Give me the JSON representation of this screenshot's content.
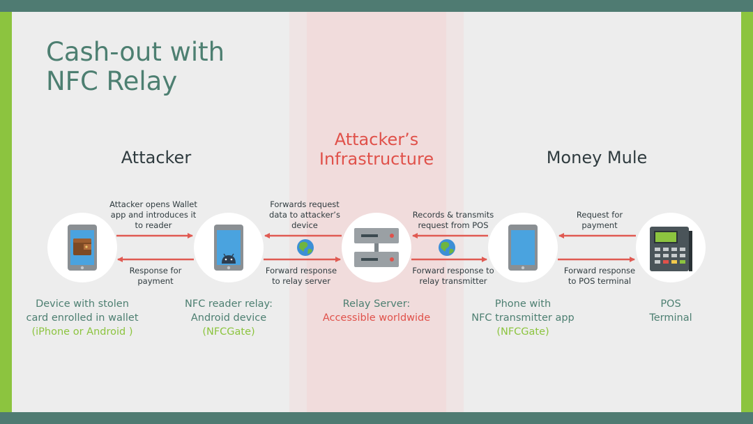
{
  "title": {
    "line1": "Cash-out with",
    "line2": "NFC Relay"
  },
  "sections": {
    "attacker": "Attacker",
    "infrastructure_line1": "Attacker’s",
    "infrastructure_line2": "Infrastructure",
    "mule": "Money Mule"
  },
  "arrow_labels": {
    "a1_top": [
      "Attacker opens Wallet",
      "app and introduces it",
      "to reader"
    ],
    "a1_bottom": [
      "Response for",
      "payment"
    ],
    "a2_top": [
      "Forwards request",
      "data to attacker’s",
      "device"
    ],
    "a2_bottom": [
      "Forward response",
      "to relay server"
    ],
    "a3_top": [
      "Records & transmits",
      "request from POS"
    ],
    "a3_bottom": [
      "Forward response to",
      "relay transmitter"
    ],
    "a4_top": [
      "Request for",
      "payment"
    ],
    "a4_bottom": [
      "Forward response",
      "to POS terminal"
    ]
  },
  "captions": {
    "device": {
      "line1": "Device with stolen",
      "line2": "card enrolled in wallet",
      "line3": "(iPhone or Android )"
    },
    "reader": {
      "line1": "NFC reader relay:",
      "line2": "Android device",
      "line3": "(NFCGate)"
    },
    "server": {
      "line1": "Relay Server:",
      "line2": "Accessible worldwide"
    },
    "phone": {
      "line1": "Phone with",
      "line2": "NFC transmitter app",
      "line3": "(NFCGate)"
    },
    "pos": {
      "line1": "POS",
      "line2": "Terminal"
    }
  },
  "icons": [
    "wallet-phone-icon",
    "android-tablet-icon",
    "server-icon",
    "phone-icon",
    "pos-terminal-icon",
    "globe-icon"
  ],
  "colors": {
    "teal": "#4f7b72",
    "green": "#8cc43f",
    "red": "#e0514a",
    "arrow": "#e05a52"
  }
}
